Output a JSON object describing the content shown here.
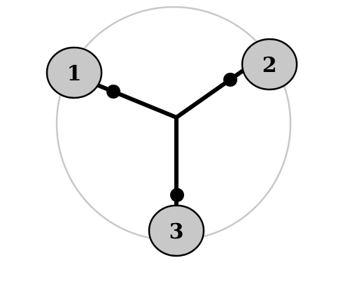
{
  "nodes": [
    {
      "id": "1",
      "label": "1"
    },
    {
      "id": "2",
      "label": "2"
    },
    {
      "id": "3",
      "label": "3"
    }
  ],
  "edges": [
    {
      "from": "hub",
      "to": "1"
    },
    {
      "from": "hub",
      "to": "2"
    },
    {
      "from": "hub",
      "to": "3"
    }
  ],
  "colors": {
    "background": "#ffffff",
    "outer_circle": "#c8c8c8",
    "node_fill": "#c8c8c8",
    "node_stroke": "#000000",
    "edge": "#000000",
    "endpoint_dot": "#000000",
    "label": "#000000"
  }
}
